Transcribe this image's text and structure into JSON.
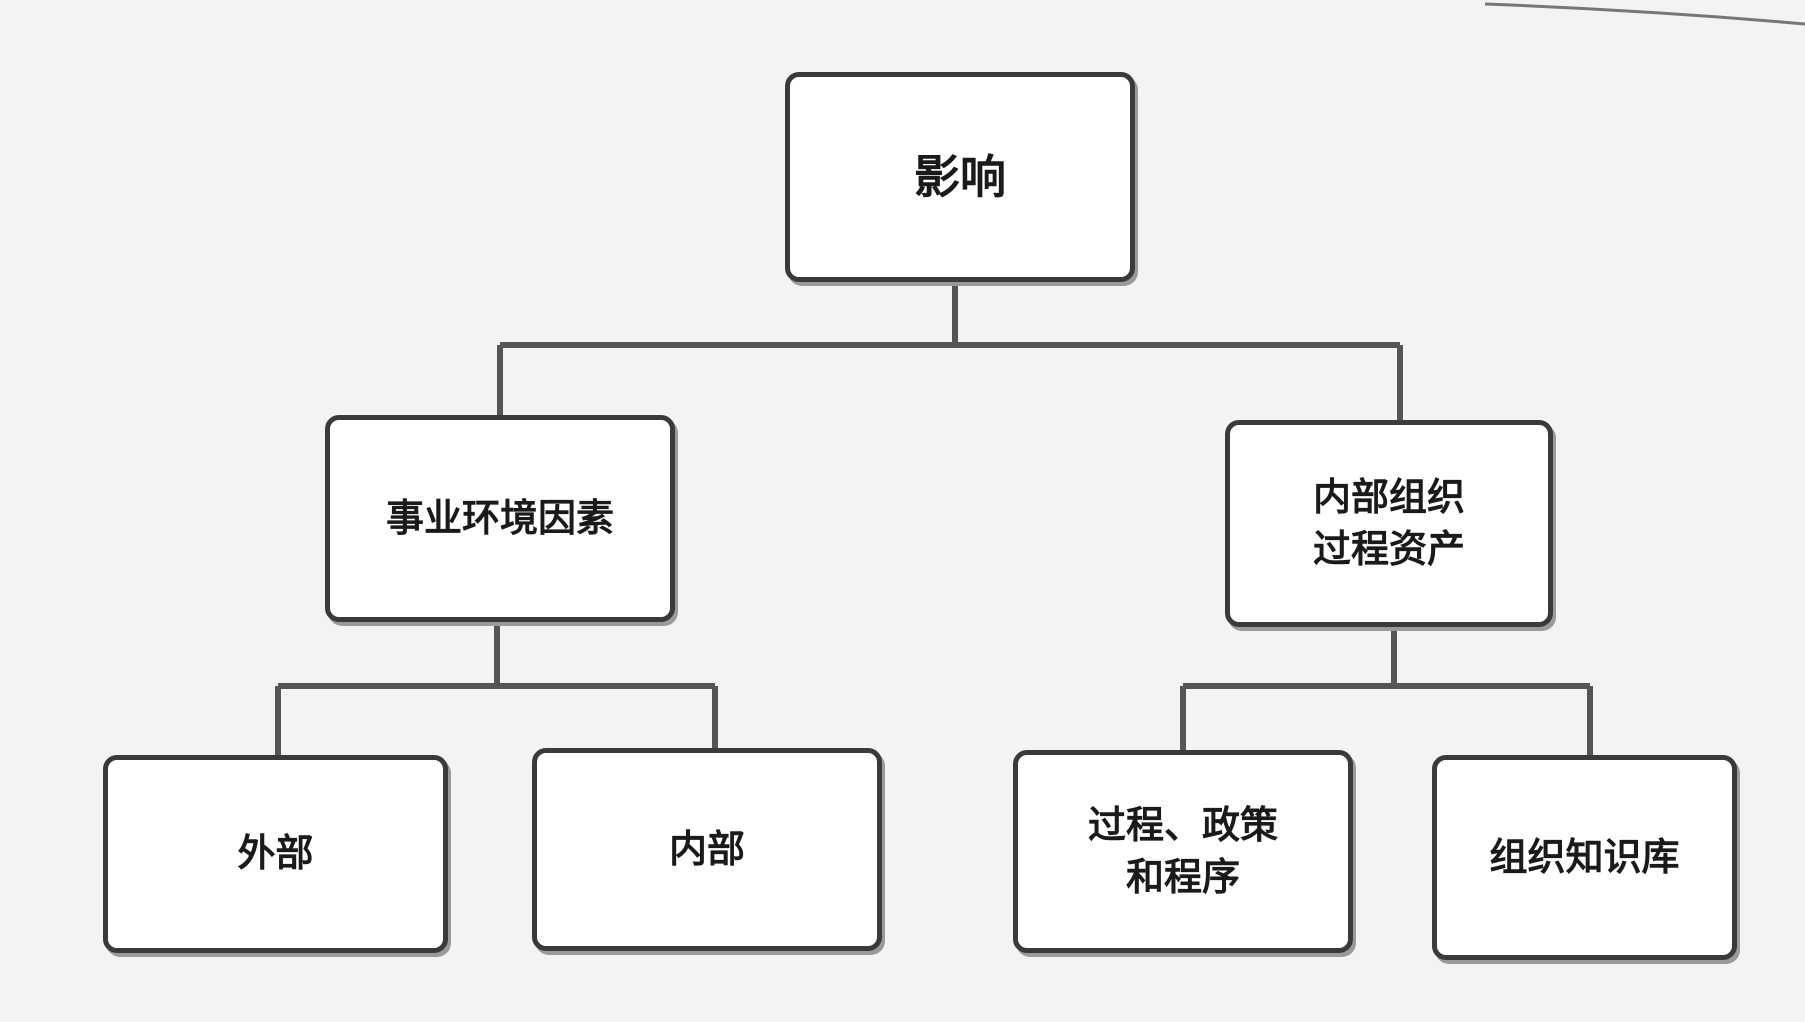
{
  "diagram": {
    "root": {
      "label": "影响"
    },
    "branches": [
      {
        "label": "事业环境因素",
        "children": [
          {
            "label": "外部"
          },
          {
            "label": "内部"
          }
        ]
      },
      {
        "label": "内部组织\n过程资产",
        "children": [
          {
            "label": "过程、政策\n和程序"
          },
          {
            "label": "组织知识库"
          }
        ]
      }
    ]
  },
  "colors": {
    "box_border": "#3a3a3a",
    "box_fill": "#ffffff",
    "connector": "#555555",
    "background": "#f3f3f1"
  }
}
